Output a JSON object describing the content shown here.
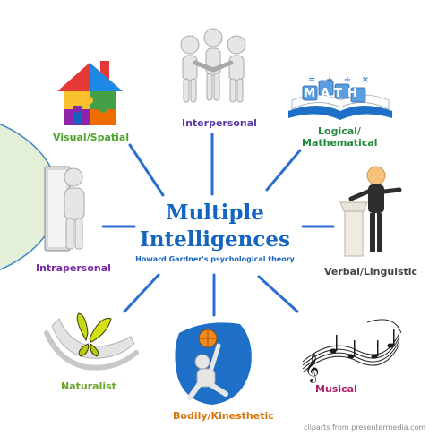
{
  "title_line1": "Multiple",
  "title_line2": "Intelligences",
  "subtitle": "Howard Gardner's psychological theory",
  "credit": "cliparts from presentermedia.com",
  "math_book_text": "MATH",
  "math_symbols": "= + ÷ ×",
  "colors": {
    "title": "#1565c0",
    "spoke": "#2a6fd0",
    "visual": "#4aa52a",
    "interpersonal": "#5b3aa8",
    "logical": "#1f8a3a",
    "verbal": "#444444",
    "musical": "#b0206a",
    "bodily": "#d9740a",
    "naturalist": "#6ba52a",
    "intrapersonal": "#7a2aa8"
  },
  "intelligences": {
    "visual": "Visual/Spatial",
    "interpersonal": "Interpersonal",
    "logical_1": "Logical/",
    "logical_2": "Mathematical",
    "verbal": "Verbal/Linguistic",
    "musical": "Musical",
    "bodily": "Bodily/Kinesthetic",
    "naturalist": "Naturalist",
    "intrapersonal": "Intrapersonal"
  }
}
